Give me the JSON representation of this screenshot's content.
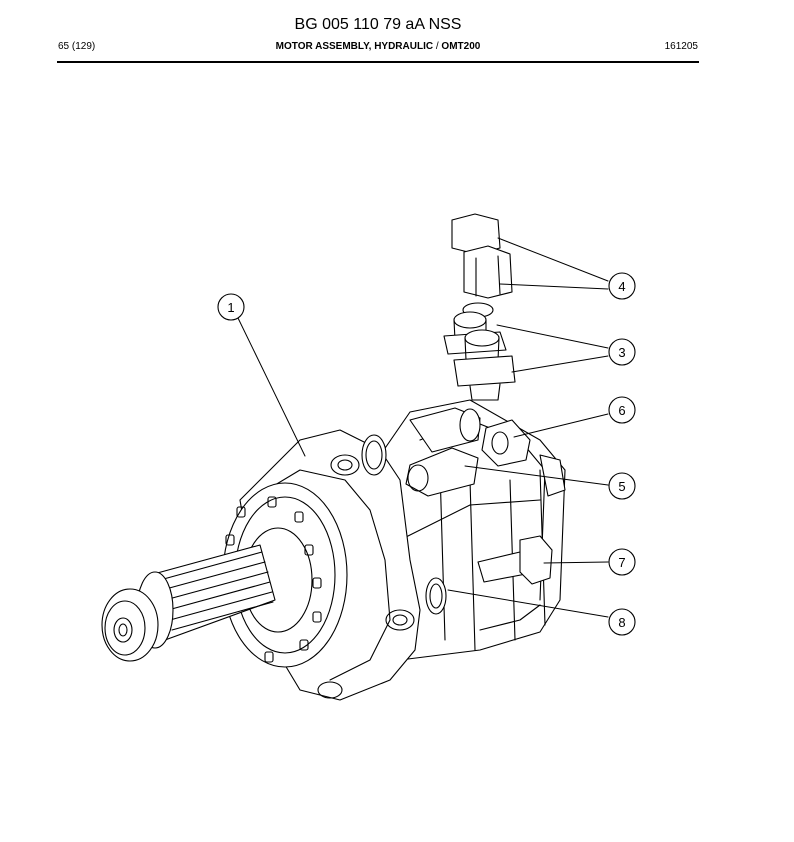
{
  "header": {
    "document_number": "BG 005 110 79 aA NSS",
    "page": "65 (129)",
    "section_title": "MOTOR ASSEMBLY, HYDRAULIC",
    "separator": "/",
    "model": "OMT200",
    "date_code": "161205"
  },
  "callouts": [
    {
      "label": "1"
    },
    {
      "label": "3"
    },
    {
      "label": "4"
    },
    {
      "label": "5"
    },
    {
      "label": "6"
    },
    {
      "label": "7"
    },
    {
      "label": "8"
    }
  ]
}
